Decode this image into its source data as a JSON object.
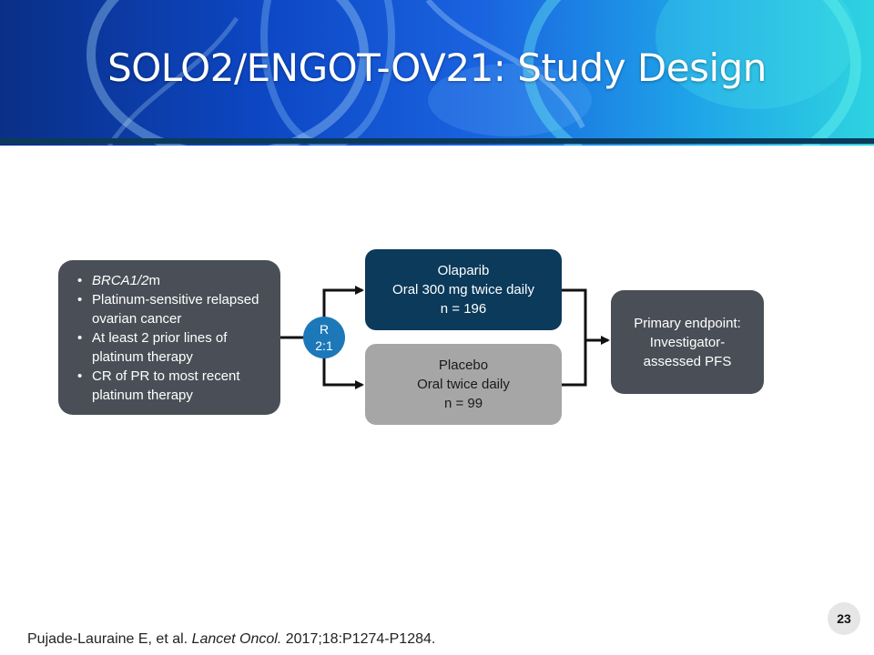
{
  "header": {
    "title": "SOLO2/ENGOT-OV21: Study Design"
  },
  "criteria": {
    "items": [
      {
        "italic": "BRCA1/2",
        "text": "m"
      },
      {
        "italic": "",
        "text": "Platinum-sensitive relapsed ovarian cancer"
      },
      {
        "italic": "",
        "text": "At least 2 prior lines of platinum therapy"
      },
      {
        "italic": "",
        "text": "CR of PR to most recent platinum therapy"
      }
    ]
  },
  "randomization": {
    "line1": "R",
    "line2": "2:1"
  },
  "arms": {
    "olaparib": {
      "name": "Olaparib",
      "dose": "Oral 300 mg twice daily",
      "n": "n = 196"
    },
    "placebo": {
      "name": "Placebo",
      "dose": "Oral twice daily",
      "n": "n = 99"
    }
  },
  "endpoint": {
    "line1": "Primary endpoint:",
    "line2": "Investigator-",
    "line3": "assessed PFS"
  },
  "footer": {
    "slide_number": "23",
    "citation_authors": "Pujade-Lauraine E, et al. ",
    "citation_journal": "Lancet Oncol.",
    "citation_rest": " 2017;18:P1274-P1284."
  },
  "colors": {
    "box_dark_gray": "#4a4f57",
    "olaparib_navy": "#0b3a5a",
    "placebo_gray": "#a6a6a6",
    "randomization_blue": "#1c78b8"
  }
}
